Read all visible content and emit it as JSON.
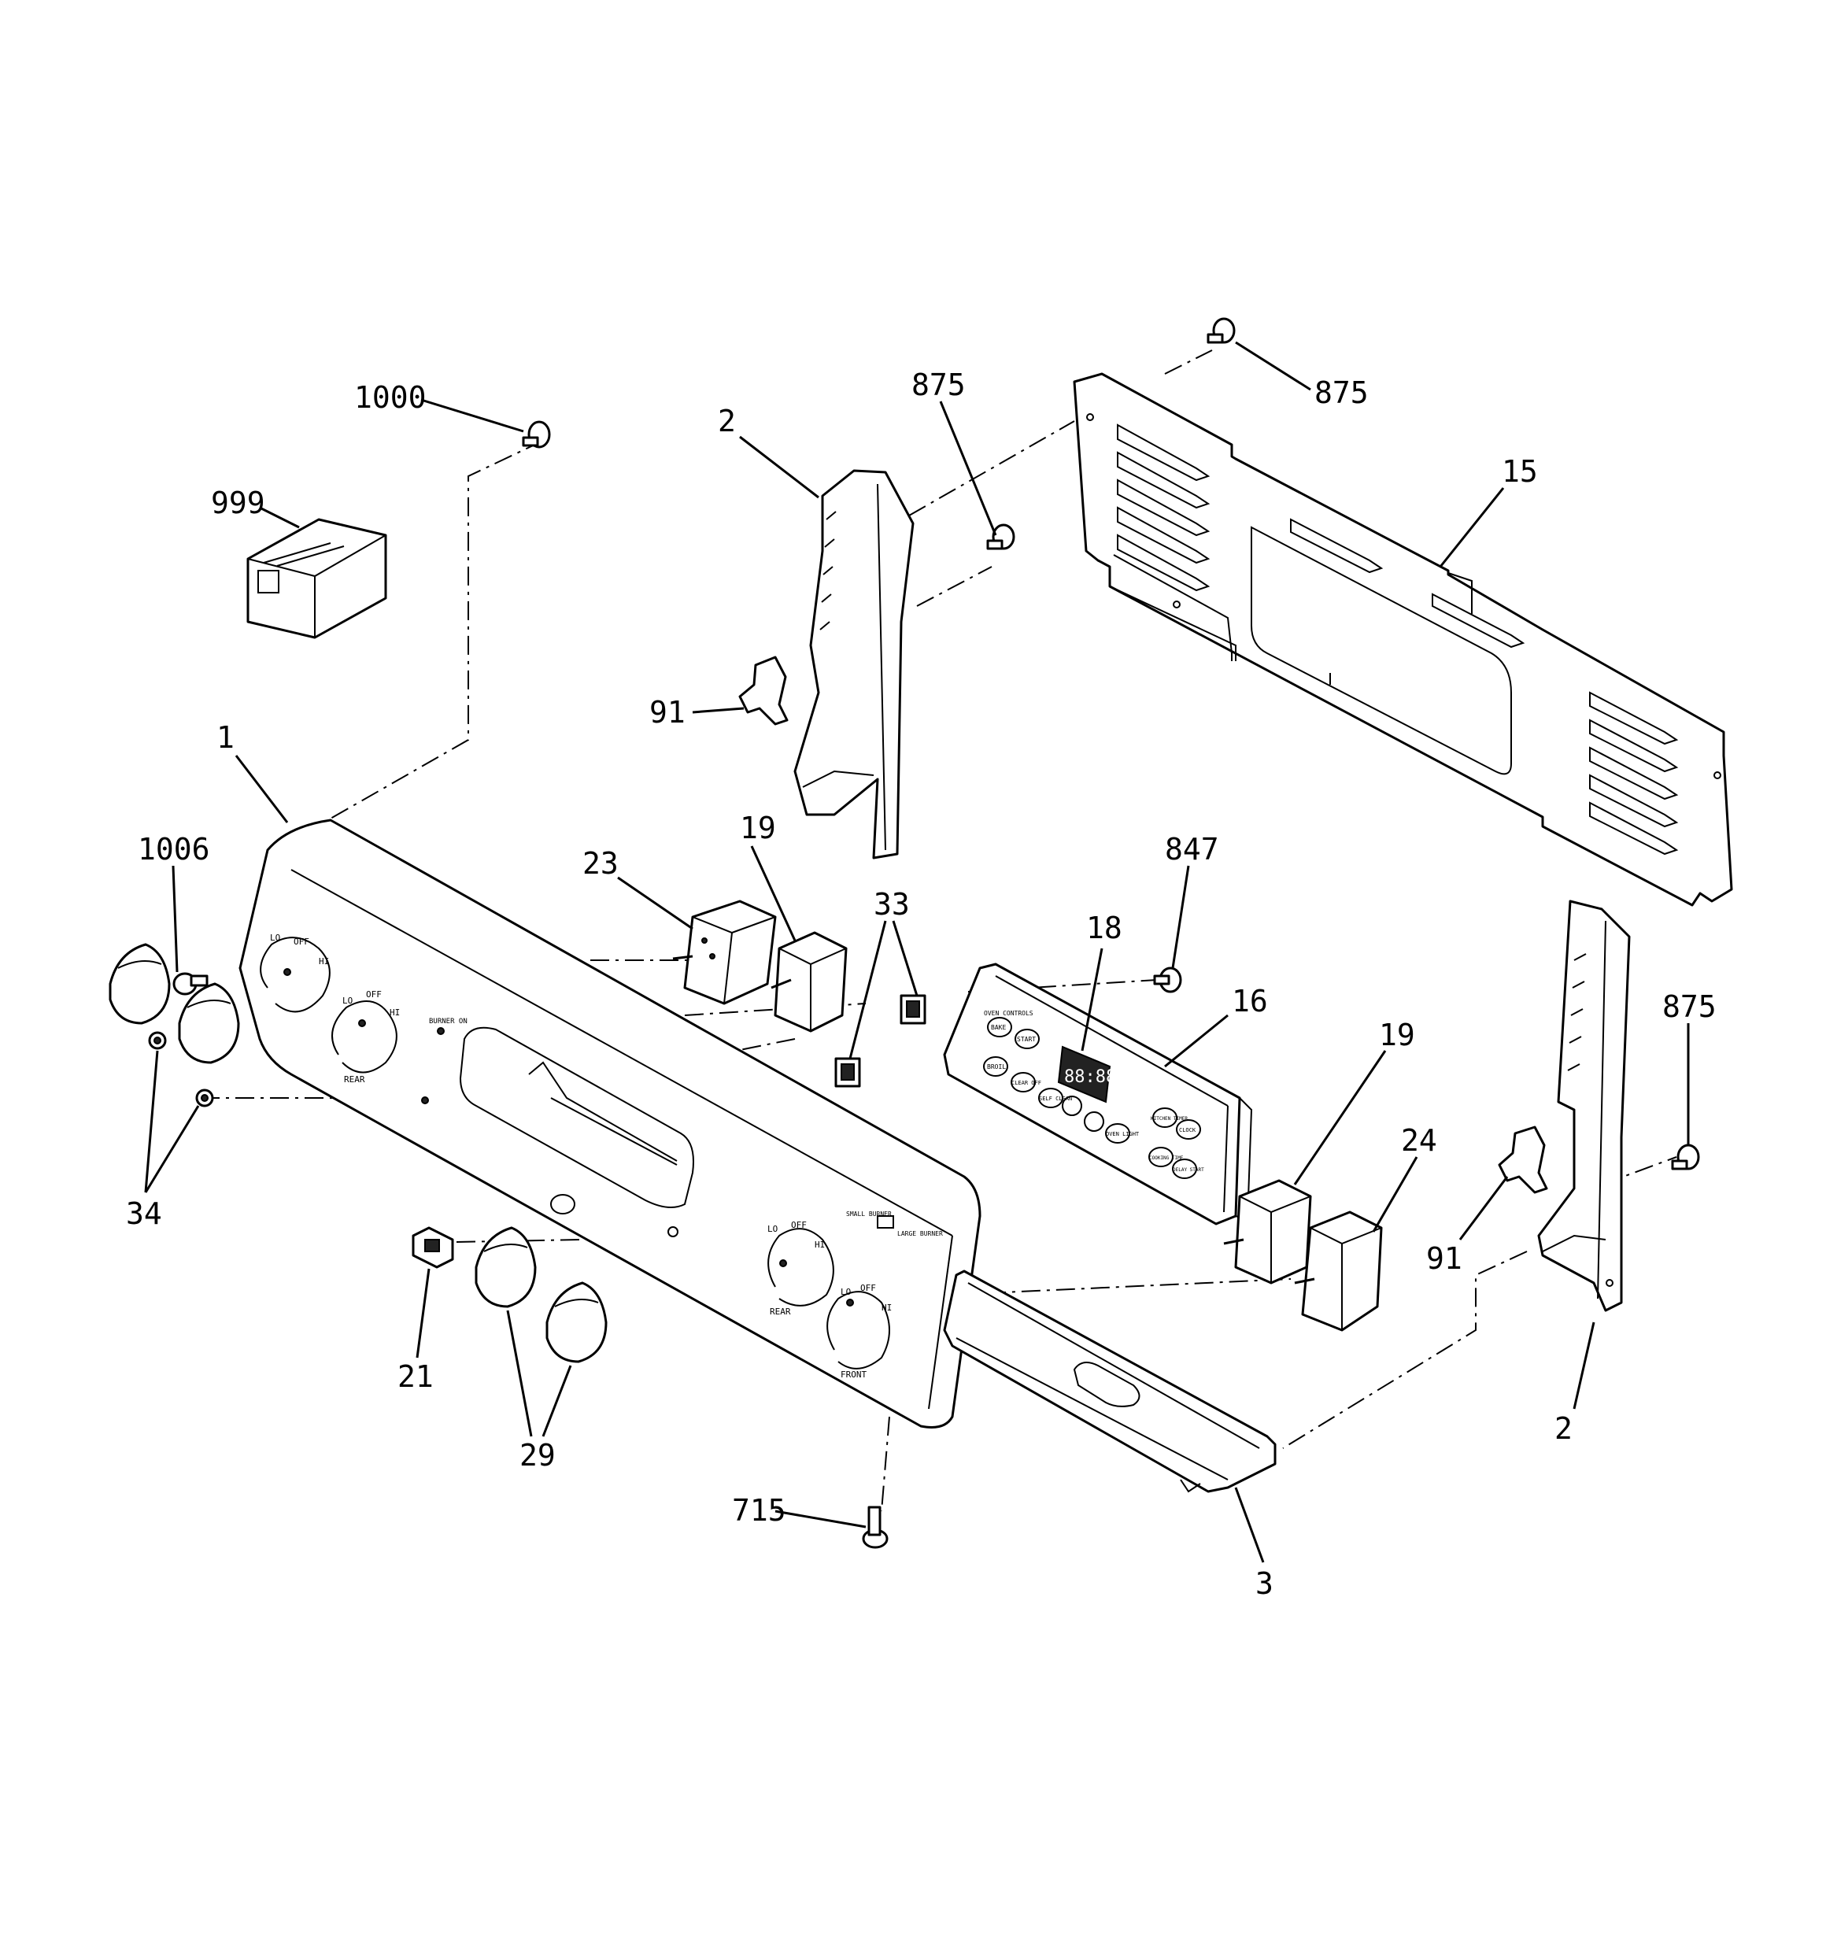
{
  "callouts": {
    "c1000": "1000",
    "c999": "999",
    "c2_left": "2",
    "c875_mid": "875",
    "c875_top": "875",
    "c15": "15",
    "c91_left": "91",
    "c1": "1",
    "c1006": "1006",
    "c23": "23",
    "c19_left": "19",
    "c33": "33",
    "c847": "847",
    "c18": "18",
    "c16": "16",
    "c875_right": "875",
    "c19_right": "19",
    "c24": "24",
    "c91_right": "91",
    "c34": "34",
    "c21": "21",
    "c29": "29",
    "c2_right": "2",
    "c715": "715",
    "c3": "3"
  },
  "panel_labels": {
    "lo": "LO",
    "off": "OFF",
    "hi": "HI",
    "rear": "REAR",
    "front": "FRONT",
    "burner_on": "BURNER ON",
    "small_burner": "SMALL BURNER",
    "large_burner": "LARGE BURNER"
  },
  "control_labels": {
    "oven_controls": "OVEN CONTROLS",
    "bake": "BAKE",
    "start": "START",
    "broil": "BROIL",
    "clear_off": "CLEAR OFF",
    "self_clean": "SELF CLEAN",
    "kitchen_timer": "KITCHEN TIMER",
    "clock": "CLOCK",
    "cooking_time": "COOKING TIME",
    "oven_light": "OVEN LIGHT",
    "delay_start": "DELAY START",
    "display": "88:88"
  }
}
